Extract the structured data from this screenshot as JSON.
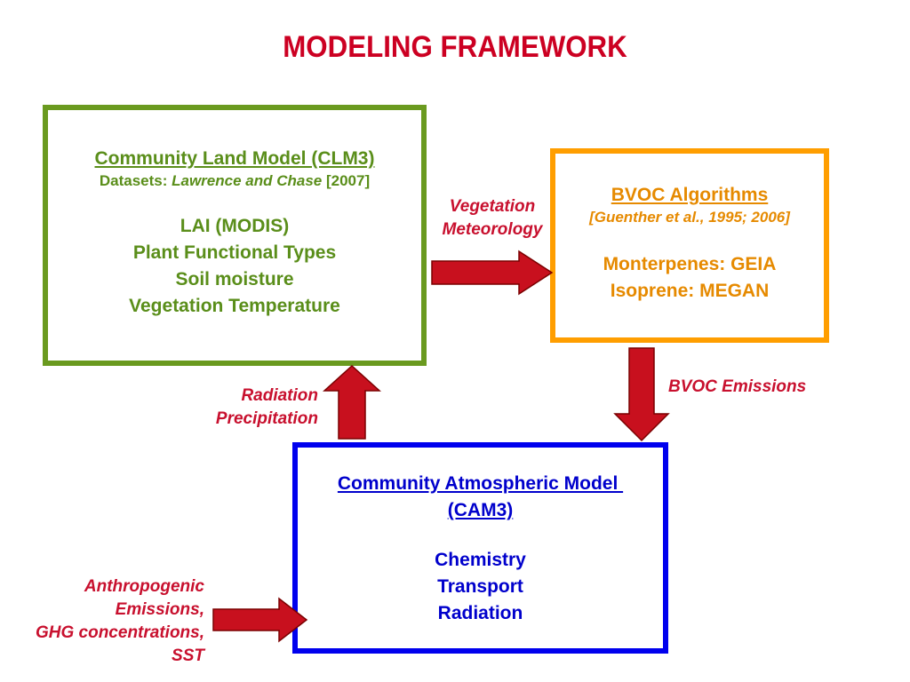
{
  "title": "MODELING FRAMEWORK",
  "colors": {
    "title": "#cc0022",
    "clm_border": "#6a9a1f",
    "clm_text": "#5a8e1a",
    "bvoc_border": "#ff9e00",
    "bvoc_text": "#e68a00",
    "cam_border": "#0000ee",
    "cam_text": "#0000cc",
    "label_text": "#c8102e",
    "arrow_fill": "#c8101e",
    "arrow_stroke": "#7a0000"
  },
  "clm_box": {
    "heading": "Community Land Model (CLM3)",
    "datasets_prefix": "Datasets: ",
    "datasets_authors": "Lawrence and Chase",
    "datasets_year": " [2007]",
    "items": [
      "LAI (MODIS)",
      "Plant Functional Types",
      "Soil moisture",
      "Vegetation Temperature"
    ]
  },
  "bvoc_box": {
    "heading": "BVOC Algorithms",
    "citation": "[Guenther et al., 1995; 2006]",
    "items": [
      "Monterpenes: GEIA",
      "Isoprene: MEGAN"
    ]
  },
  "cam_box": {
    "heading_line1": "Community Atmospheric Model ",
    "heading_line2": "(CAM3)",
    "items": [
      "Chemistry",
      "Transport",
      "Radiation"
    ]
  },
  "labels": {
    "clm_to_bvoc": [
      "Vegetation",
      "Meteorology"
    ],
    "bvoc_to_cam": [
      "BVOC Emissions"
    ],
    "cam_to_clm": [
      "Radiation",
      "Precipitation"
    ],
    "external_to_cam": [
      "Anthropogenic",
      "Emissions,",
      "GHG concentrations,",
      "SST"
    ]
  }
}
